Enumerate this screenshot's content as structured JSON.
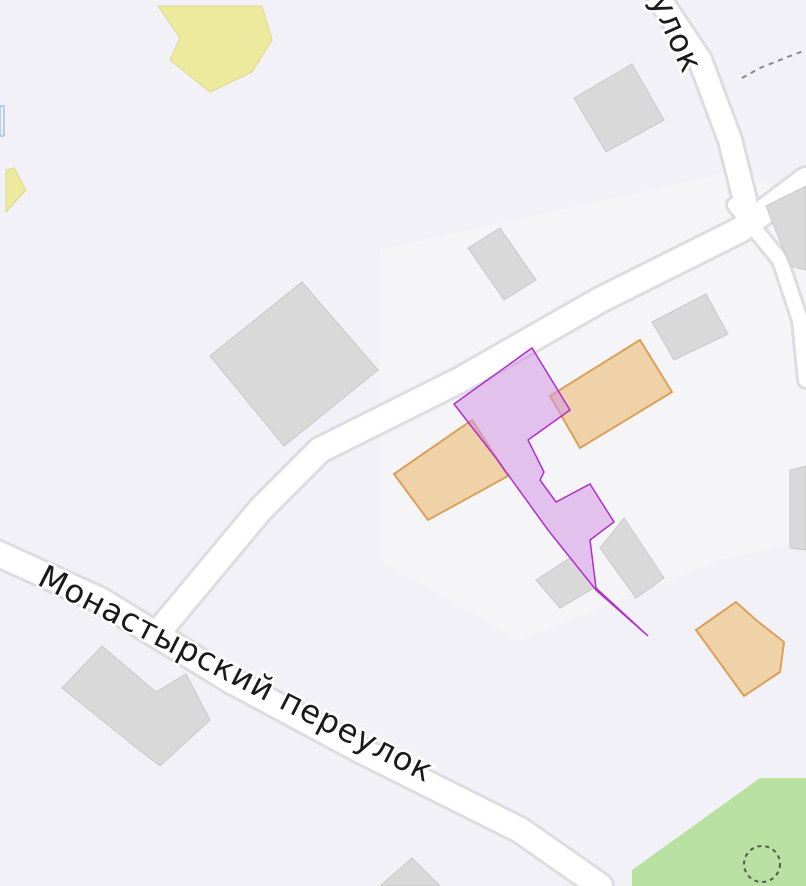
{
  "map": {
    "colors": {
      "background": "#f2f1f7",
      "road": "#ffffff",
      "building": "#d9d9d9",
      "orange_building": "#f0d2a8",
      "highlight": "#b030c8",
      "park": "#b8e0a0",
      "yellow_area": "#ede99d"
    },
    "labels": {
      "street_main": "Монастырский переулок",
      "street_top": "улок"
    },
    "features": {
      "highlighted_parcel": "highlighted-polygon",
      "park_area": "green-area",
      "tree_marker": "tree-icon"
    }
  }
}
